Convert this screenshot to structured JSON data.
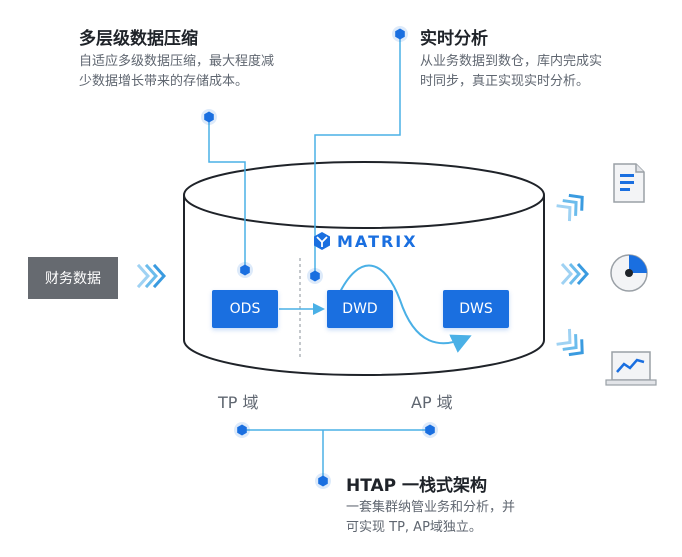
{
  "features": {
    "compression": {
      "title": "多层级数据压缩",
      "desc_line1": "自适应多级数据压缩，最大程度减",
      "desc_line2": "少数据增长带来的存储成本。"
    },
    "realtime": {
      "title": "实时分析",
      "desc_line1": "从业务数据到数仓，库内完成实",
      "desc_line2": "时同步，真正实现实时分析。"
    },
    "htap": {
      "title": "HTAP 一栈式架构",
      "desc_line1": "一套集群纳管业务和分析，并",
      "desc_line2": "可实现 TP, AP域独立。"
    }
  },
  "source": {
    "label": "财务数据"
  },
  "brand": {
    "name": "MATRIX",
    "icon": "y-logo-icon"
  },
  "stages": {
    "ods": "ODS",
    "dwd": "DWD",
    "dws": "DWS"
  },
  "regions": {
    "tp": "TP 域",
    "ap": "AP 域"
  },
  "outputs": [
    "report-document-icon",
    "pie-chart-icon",
    "line-chart-monitor-icon"
  ],
  "colors": {
    "accent": "#1a6fe0",
    "connector": "#4ab0e6",
    "source_bg": "#666a70",
    "cylinder_stroke": "#1f2329"
  }
}
